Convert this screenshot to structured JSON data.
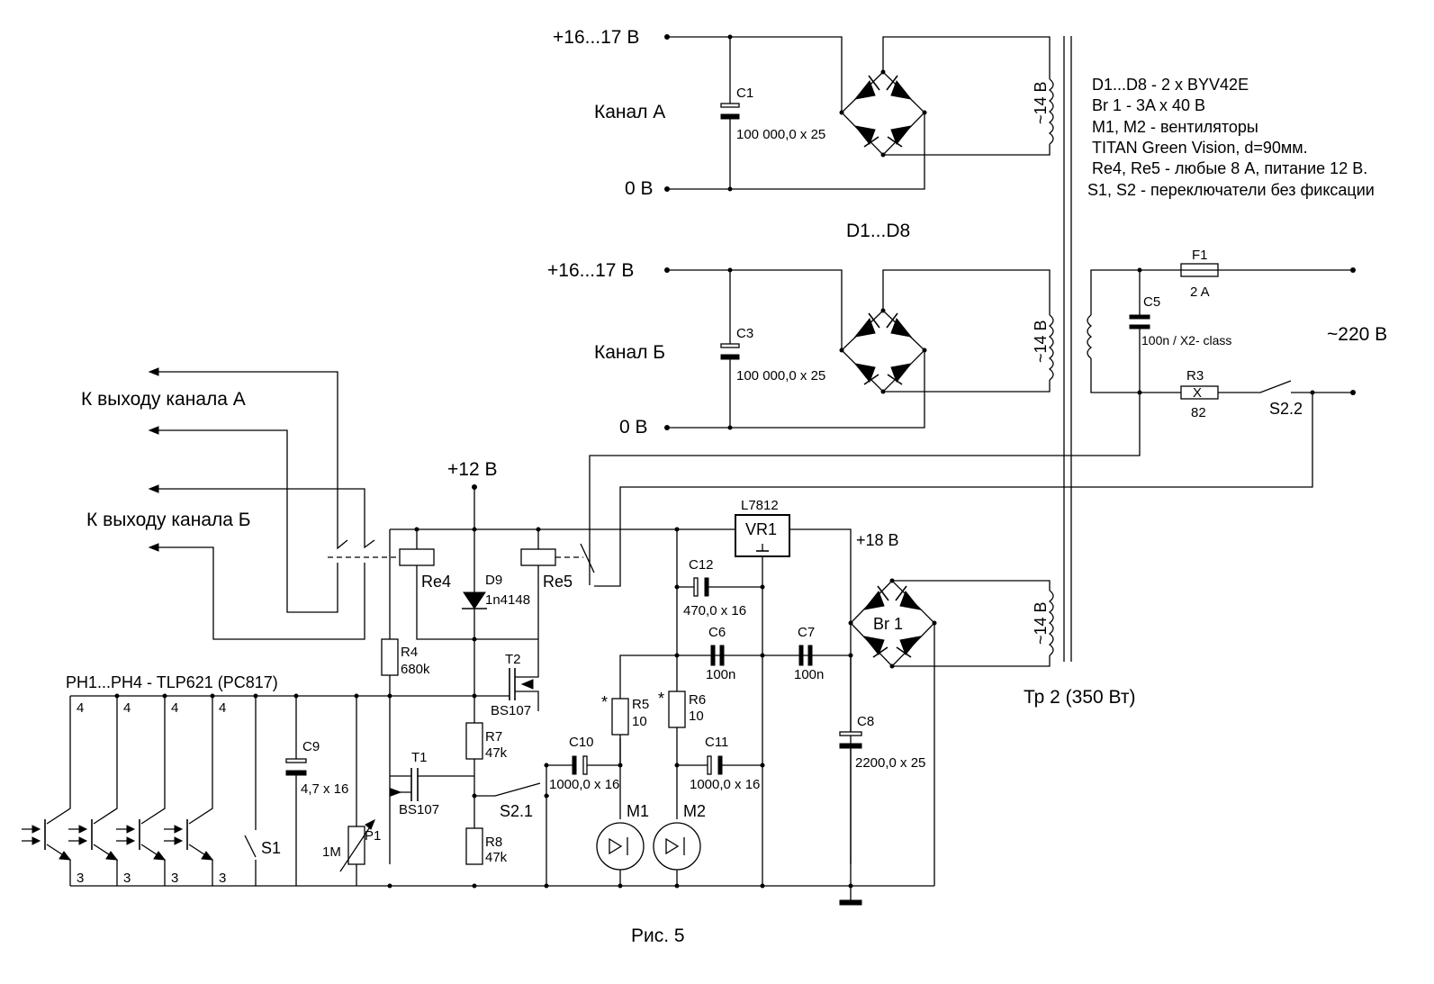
{
  "supply_a": {
    "plus_label": "+16...17 В",
    "zero_label": "0 В",
    "channel_label": "Канал А",
    "cap_ref": "C1",
    "cap_value": "100 000,0 x 25",
    "winding_label": "~14 В"
  },
  "supply_b": {
    "plus_label": "+16...17 В",
    "zero_label": "0 В",
    "channel_label": "Канал Б",
    "cap_ref": "C3",
    "cap_value": "100 000,0 x 25",
    "winding_label": "~14 В"
  },
  "diodes_label": "D1...D8",
  "parts_list": [
    "D1...D8 - 2 x BYV42E",
    "Br 1 - 3A x 40 В",
    "M1, M2 - вентиляторы",
    "TITAN Green Vision, d=90мм.",
    "Re4, Re5 - любые 8 А, питание 12 В.",
    "S1, S2 - переключатели без фиксации"
  ],
  "mains": {
    "fuse_ref": "F1",
    "fuse_value": "2 A",
    "cap_ref": "C5",
    "cap_value": "100n / X2- class",
    "res_ref": "R3",
    "res_mark": "X",
    "res_value": "82",
    "switch_ref": "S2.2",
    "voltage_label": "~220 В"
  },
  "outputs": {
    "label_a": "К выходу канала А",
    "label_b": "К выходу канала Б"
  },
  "control": {
    "v12_label": "+12 В",
    "v18_label": "+18 В",
    "re4": "Re4",
    "re5": "Re5",
    "d9_ref": "D9",
    "d9_value": "1n4148",
    "reg_label": "L7812",
    "reg_ref": "VR1",
    "c12_ref": "C12",
    "c12_value": "470,0 x 16",
    "c6_ref": "C6",
    "c6_value": "100n",
    "c7_ref": "C7",
    "c7_value": "100n",
    "br_ref": "Br 1",
    "br_winding": "~14 В",
    "transformer_label": "Тр 2 (350 Вт)",
    "r4_ref": "R4",
    "r4_value": "680k",
    "t2_ref": "T2",
    "t2_value": "BS107",
    "t1_ref": "T1",
    "t1_value": "BS107",
    "r7_ref": "R7",
    "r7_value": "47k",
    "r8_ref": "R8",
    "r8_value": "47k",
    "s21_ref": "S2.1",
    "c10_ref": "C10",
    "c10_value": "1000,0 x 16",
    "r5_ref": "R5",
    "r5_value": "10",
    "r6_ref": "R6",
    "r6_value": "10",
    "c11_ref": "C11",
    "c11_value": "1000,0 x 16",
    "c8_ref": "C8",
    "c8_value": "2200,0 x 25",
    "m1_ref": "M1",
    "m2_ref": "M2",
    "star": "*",
    "ph_label": "PH1...PH4 - TLP621 (PC817)",
    "pin4": "4",
    "pin3": "3",
    "c9_ref": "C9",
    "c9_value": "4,7 x 16",
    "p1_ref": "P1",
    "p1_value": "1M",
    "s1_ref": "S1"
  },
  "caption": "Рис. 5"
}
